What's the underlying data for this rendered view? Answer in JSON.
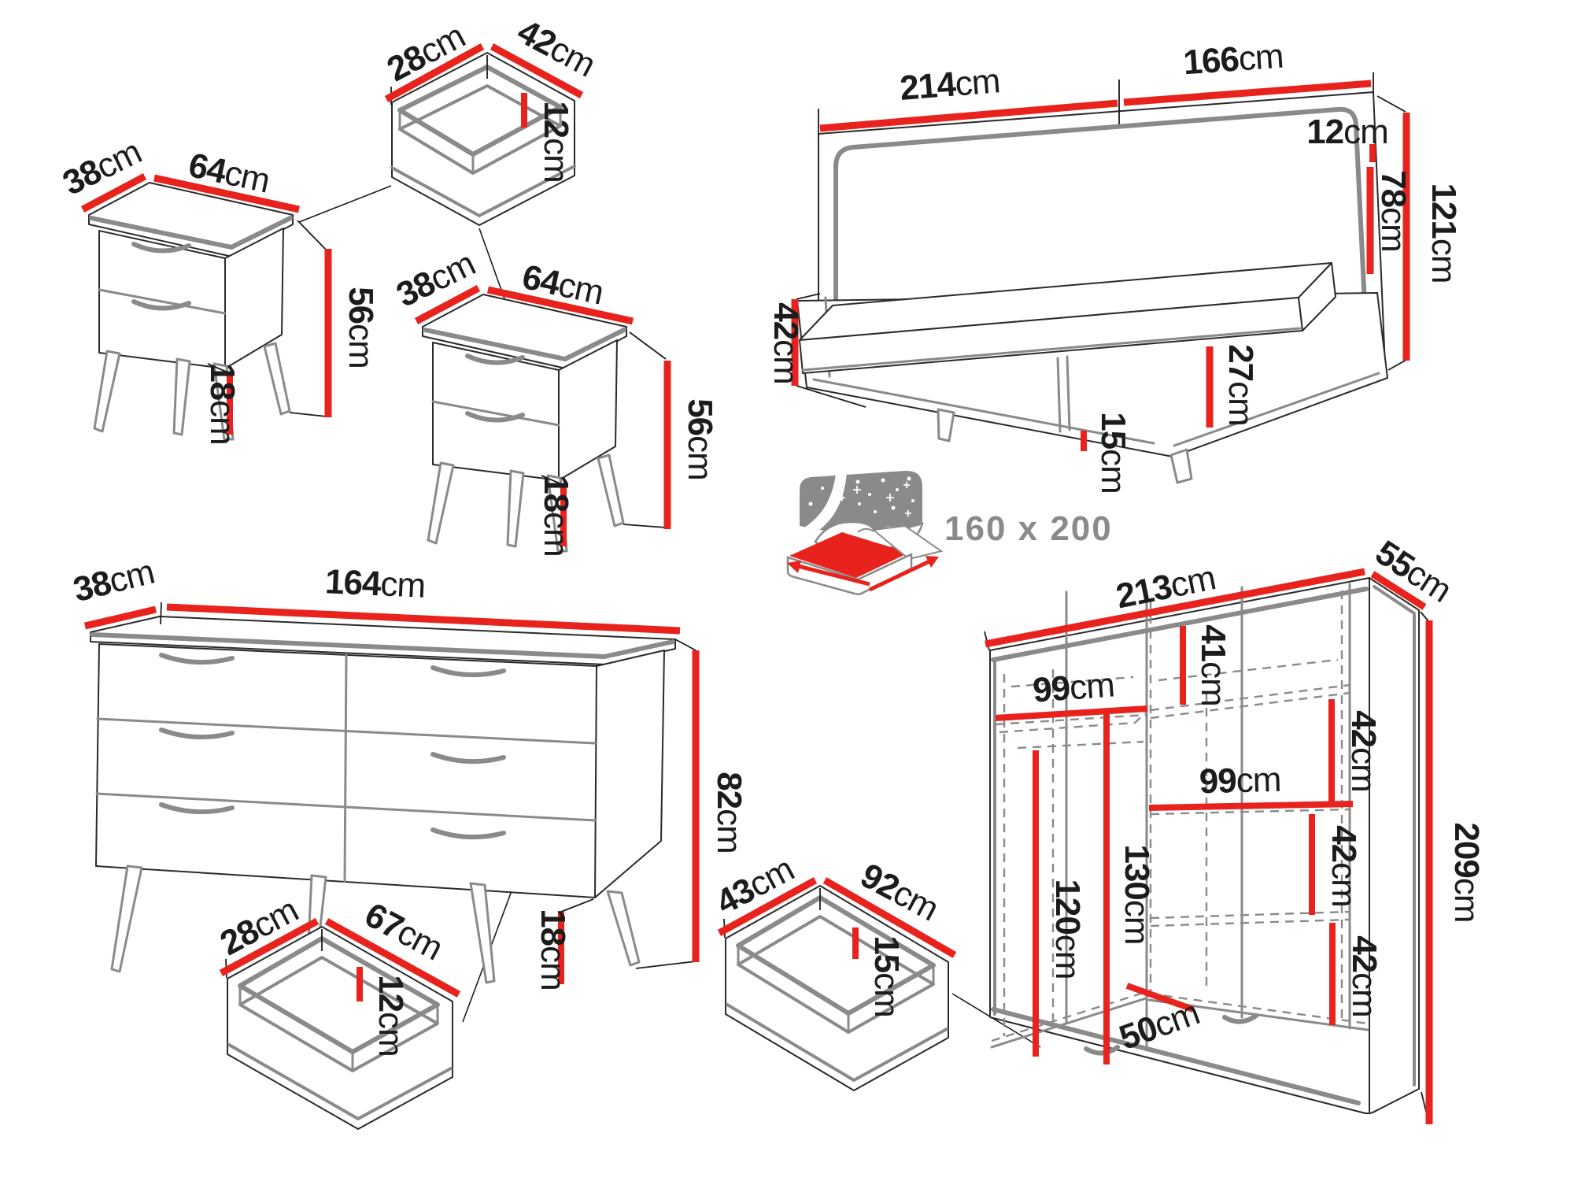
{
  "page": {
    "background": "#ffffff"
  },
  "colors": {
    "dimension_red": "#e8231d",
    "outline_gray": "#8a8a8a",
    "outline_black": "#2a2a2a",
    "icon_gray": "#8a8a8a"
  },
  "units": {
    "cm": "cm"
  },
  "labels": {
    "top_drawer": {
      "depth": "28",
      "length": "42",
      "height": "12"
    },
    "nightstand_left": {
      "depth": "38",
      "width": "64",
      "height": "56",
      "legs": "18"
    },
    "nightstand_right": {
      "depth": "38",
      "width": "64",
      "height": "56",
      "legs": "18"
    },
    "bed": {
      "width_total": "214",
      "headboard_width": "166",
      "headboard_thickness": "12",
      "headboard_panel_height": "78",
      "height_total": "121",
      "side_height": "42",
      "footboard_height": "27",
      "plinth_height": "15",
      "mattress_size": "160 x 200"
    },
    "dresser": {
      "depth": "38",
      "width": "164",
      "height": "82",
      "legs": "18"
    },
    "dresser_drawer": {
      "depth": "28",
      "length": "67",
      "height": "12"
    },
    "bed_drawer": {
      "depth": "43",
      "length": "92",
      "height": "15"
    },
    "wardrobe": {
      "width": "213",
      "depth": "55",
      "height": "209",
      "top_compartment": "41",
      "left_width": "99",
      "right_upper": "42",
      "right_width": "99",
      "right_middle": "42",
      "right_lower": "42",
      "hanging_left": "120",
      "hanging_middle": "130",
      "drawer_depth": "50"
    }
  }
}
